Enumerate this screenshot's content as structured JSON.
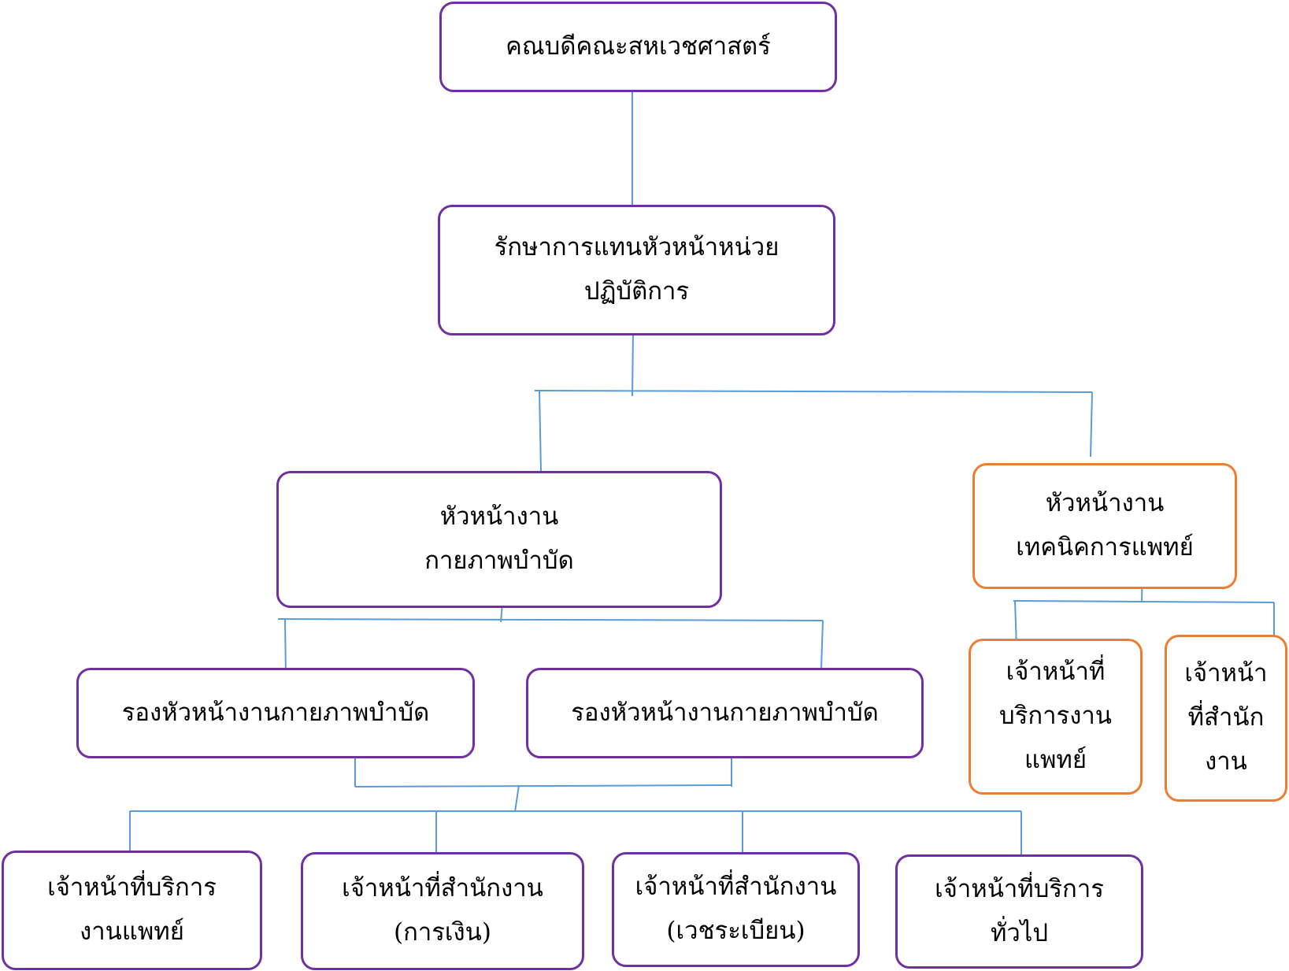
{
  "colors": {
    "purple_border": "#7030a0",
    "orange_border": "#ed7d31",
    "connector": "#5b9bd5"
  },
  "org_chart": {
    "dean": {
      "lines": [
        "คณบดีคณะสหเวชศาสตร์"
      ]
    },
    "acting_head": {
      "lines": [
        "รักษาการแทนหัวหน้าหน่วย",
        "ปฏิบัติการ"
      ]
    },
    "pt_head": {
      "lines": [
        "หัวหน้างาน",
        "กายภาพบำบัด"
      ]
    },
    "mt_head": {
      "lines": [
        "หัวหน้างาน",
        "เทคนิคการแพทย์"
      ]
    },
    "pt_deputy_1": {
      "lines": [
        "รองหัวหน้างานกายภาพบำบัด"
      ]
    },
    "pt_deputy_2": {
      "lines": [
        "รองหัวหน้างานกายภาพบำบัด"
      ]
    },
    "mt_service_staff": {
      "lines": [
        "เจ้าหน้าที่",
        "บริการงาน",
        "แพทย์"
      ]
    },
    "mt_office_staff": {
      "lines": [
        "เจ้าหน้า",
        "ที่สำนัก",
        "งาน"
      ]
    },
    "pt_medical_service_staff": {
      "lines": [
        "เจ้าหน้าที่บริการ",
        "งานแพทย์"
      ]
    },
    "pt_finance_office_staff": {
      "lines": [
        "เจ้าหน้าที่สำนักงาน",
        "(การเงิน)"
      ]
    },
    "pt_records_office_staff": {
      "lines": [
        "เจ้าหน้าที่สำนักงาน",
        "(เวชระเบียน)"
      ]
    },
    "pt_general_service_staff": {
      "lines": [
        "เจ้าหน้าที่บริการ",
        "ทั่วไป"
      ]
    }
  }
}
